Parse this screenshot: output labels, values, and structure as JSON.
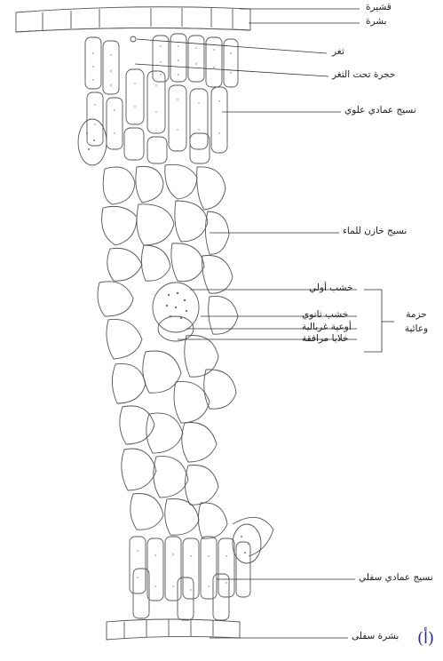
{
  "labels": {
    "cuticle": "قشيرة",
    "epidermis": "بشرة",
    "stoma": "ثغر",
    "substomatal_chamber": "حجرة تحت الثغر",
    "upper_mesophyll": "نسيج عمادي علوي",
    "water_storage": "نسيج خازن للماء",
    "protoxylem": "خشب أولي",
    "metaxylem": "خشب ثانوي",
    "sieve_tubes": "أوعية غربالية",
    "companion_cells": "خلايا مرافقة",
    "vascular_bundle": "حزمة وعائية",
    "lower_mesophyll": "نسيج عمادي سفلي",
    "lower_epidermis": "بشرة سفلى"
  },
  "figure_label": "(أ)"
}
